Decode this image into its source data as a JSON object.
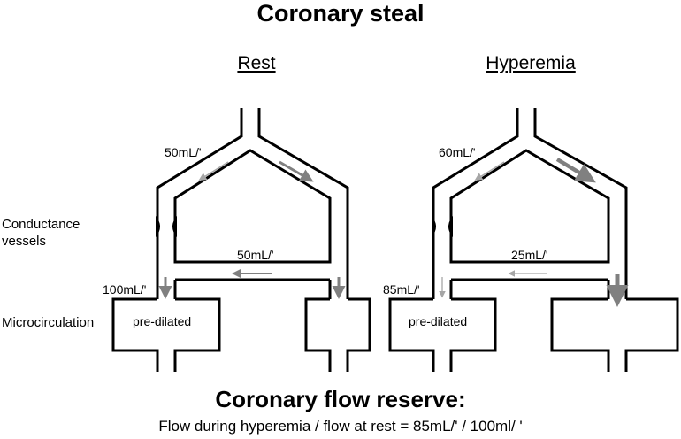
{
  "title": "Coronary steal",
  "labels": {
    "conductance": "Conductance vessels",
    "conductance_line1": "Conductance",
    "conductance_line2": "vessels",
    "microcirculation": "Microcirculation"
  },
  "panels": [
    {
      "title": "Rest",
      "flow_left_branch": "50mL/'",
      "flow_collateral": "50mL/'",
      "flow_left_micro": "100mL/'",
      "micro_label": "pre-dilated"
    },
    {
      "title": "Hyperemia",
      "flow_left_branch": "60mL/'",
      "flow_collateral": "25mL/'",
      "flow_left_micro": "85mL/'",
      "micro_label": "pre-dilated"
    }
  ],
  "footer": {
    "title": "Coronary flow reserve:",
    "formula": "Flow during hyperemia / flow at rest = 85mL/' / 100ml/ '"
  },
  "colors": {
    "vessel": "#000000",
    "arrow": "#808080",
    "arrow_light": "#a6a6a6"
  }
}
